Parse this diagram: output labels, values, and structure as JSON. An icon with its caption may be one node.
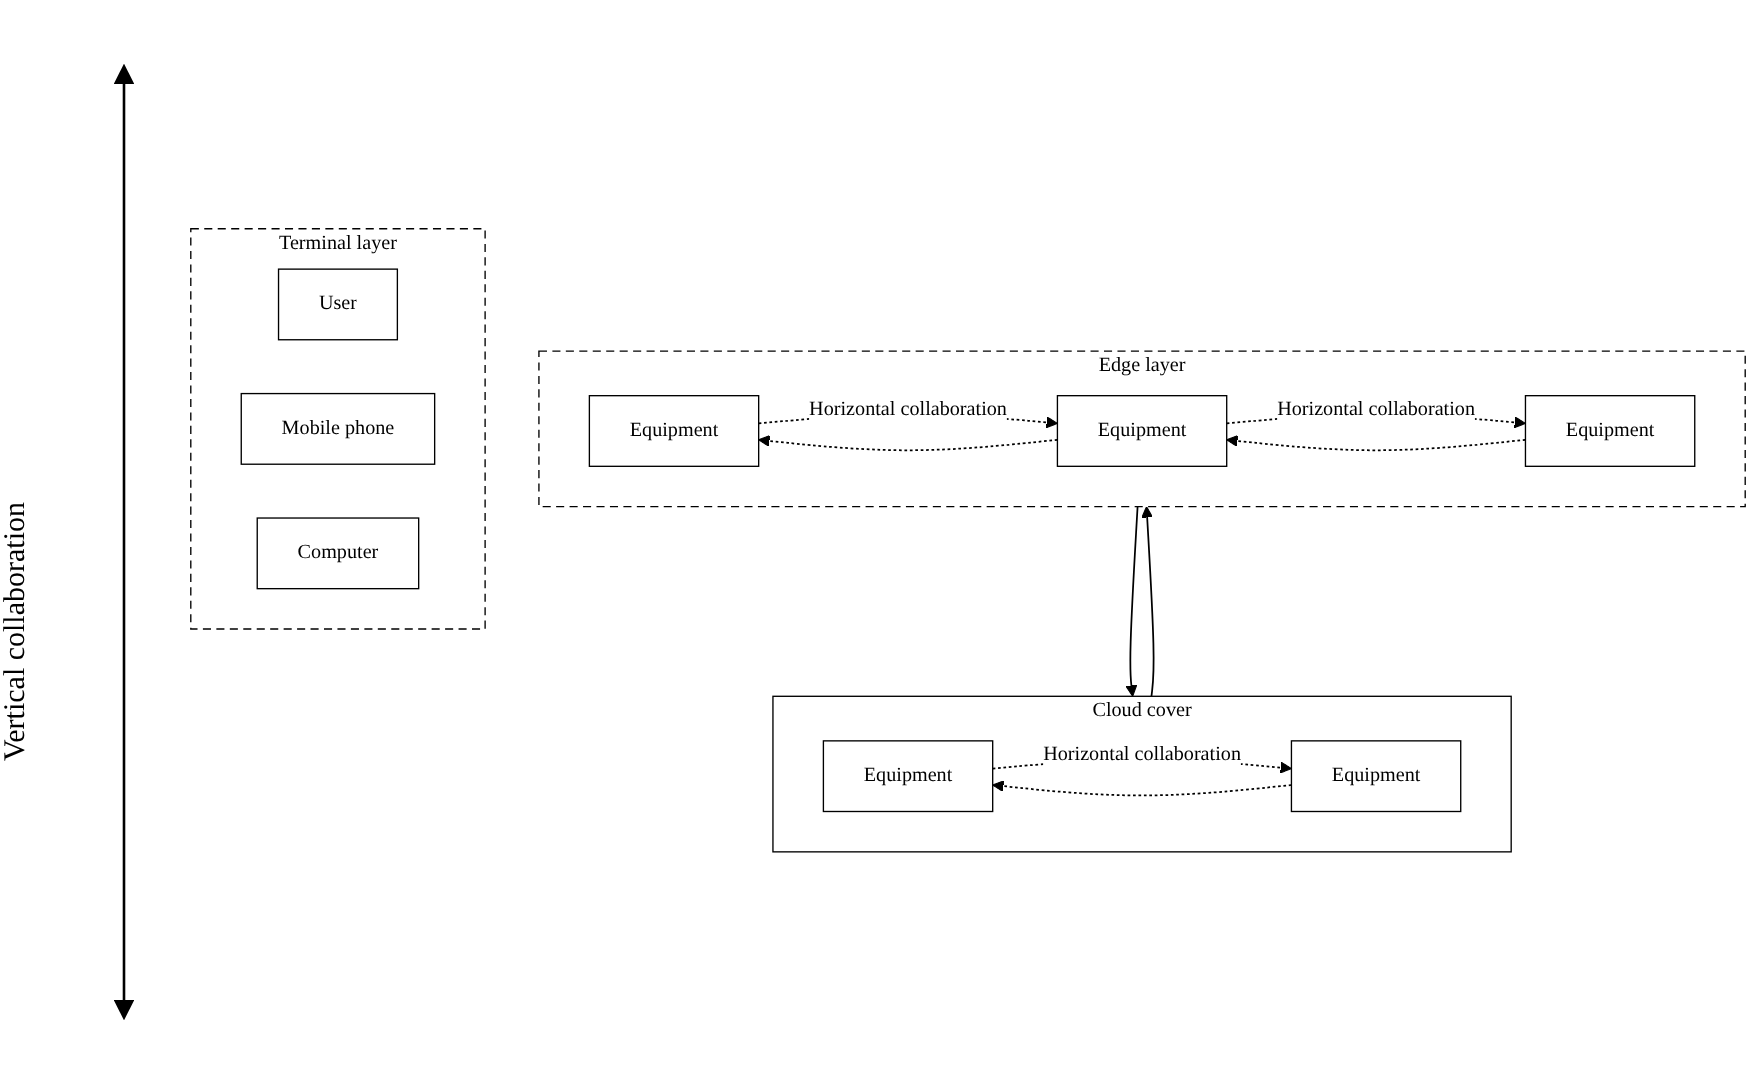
{
  "diagram": {
    "nodes": [
      {
        "text": [
          "Cloud cover"
        ]
      },
      {
        "text": [
          "Equipment"
        ],
        "in": 0
      },
      {
        "text": [
          "Equipment"
        ],
        "in": 0
      },
      {
        "text": [
          "Edge layer"
        ]
      },
      {
        "text": [
          "Equipment"
        ],
        "in": 3
      },
      {
        "text": [
          "Equipment"
        ],
        "in": 3
      },
      {
        "text": [
          "Equipment"
        ],
        "in": 3
      },
      {
        "text": [
          "Terminal layer"
        ]
      },
      {
        "text": [
          "User"
        ],
        "in": 7
      },
      {
        "text": [
          "Mobile phone"
        ],
        "in": 7
      },
      {
        "text": [
          "Computer"
        ],
        "in": 7
      }
    ],
    "edges": [
      {
        "from": 1,
        "to": 2,
        "arrow": "to",
        "label": "Horizontal collaboration",
        "style": "dashed"
      },
      {
        "from": 2,
        "to": 1,
        "arrow": "to",
        "style": "dashed"
      },
      {
        "from": 0,
        "to": 3,
        "arrow": "to"
      },
      {
        "from": 3,
        "to": 0,
        "arrow": "to"
      },
      {
        "from": 4,
        "to": 5,
        "arrow": "to",
        "label": "Horizontal collaboration",
        "style": "dashed"
      },
      {
        "from": 5,
        "to": 4,
        "arrow": "to",
        "style": "dashed"
      },
      {
        "from": 5,
        "to": 6,
        "arrow": "to",
        "label": "Horizontal collaboration",
        "style": "dashed"
      },
      {
        "from": 6,
        "to": 5,
        "arrow": "to",
        "style": "dashed"
      }
    ],
    "labels": [
      "Vertical collaboration"
    ]
  }
}
